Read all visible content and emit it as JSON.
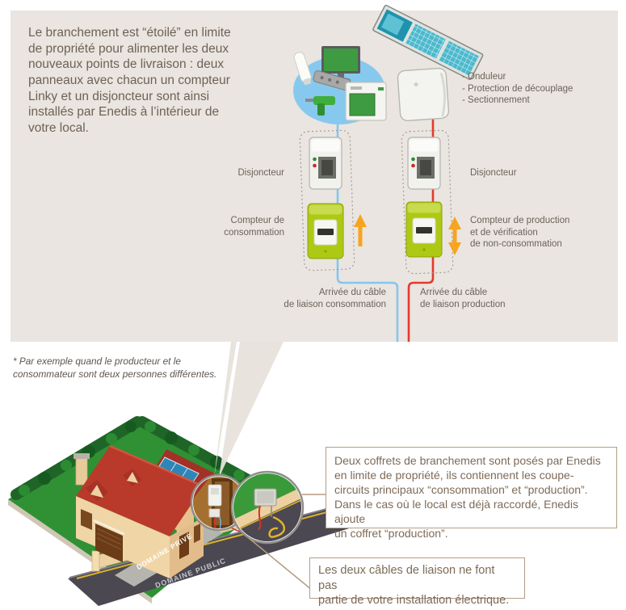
{
  "colors": {
    "panel_bg": "#eae5e0",
    "consumption_line": "#84c6ee",
    "production_line": "#e6392e",
    "arrow_orange": "#f7a41f",
    "meter_green": "#aec913",
    "callout_border": "#b49d85",
    "road_gray": "#4b4851",
    "grass_green": "#2f9134"
  },
  "panel": {
    "intro": "Le branchement est “étoilé” en limite\nde propriété pour alimenter les deux\nnouveaux points de livraison : deux\npanneaux avec chacun un compteur\nLinky et un disjoncteur sont ainsi\ninstallés par Enedis à l’intérieur de\nvotre local."
  },
  "diagram": {
    "inverter_list": "- Onduleur\n- Protection de découplage\n- Sectionnement",
    "left": {
      "breaker": "Disjoncteur",
      "meter": "Compteur de\nconsommation",
      "cable": "Arrivée du câble\nde liaison consommation"
    },
    "right": {
      "breaker": "Disjoncteur",
      "meter": "Compteur de production\net de vérification\nde non-consommation",
      "cable": "Arrivée du câble\nde liaison production"
    }
  },
  "footnote": "* Par exemple quand le producteur et le\nconsommateur sont deux personnes différentes.",
  "house": {
    "private_label": "DOMAINE PRIVÉ",
    "public_label": "DOMAINE PUBLIC"
  },
  "callouts": {
    "box1": "Deux coffrets de branchement sont posés par Enedis\nen limite de propriété, ils contiennent les coupe-\ncircuits principaux “consommation” et “production”.\nDans le cas où le local est déjà raccordé, Enedis ajoute\nun coffret “production”.",
    "box2": "Les deux câbles de liaison ne font pas\npartie de votre installation électrique."
  }
}
